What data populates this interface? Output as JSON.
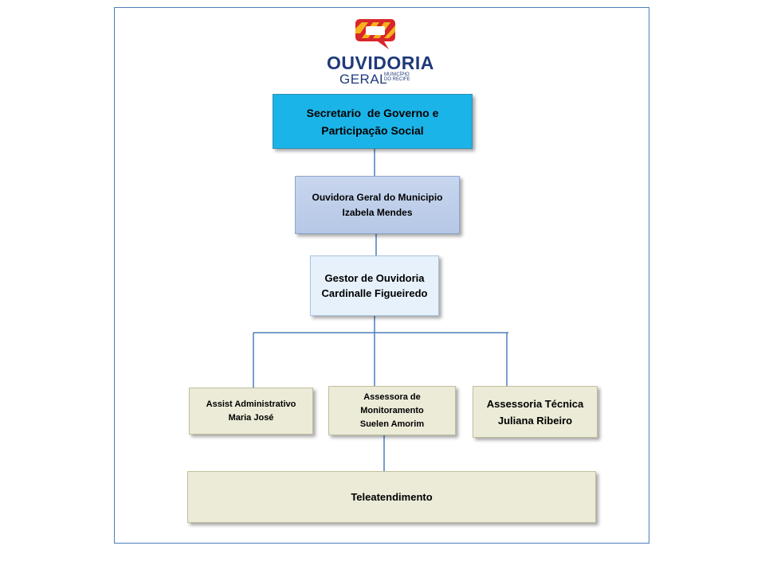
{
  "logo": {
    "name": "OUVIDORIA",
    "subtitle": "GERAL",
    "small_text_line1": "MUNICÍPIO",
    "small_text_line2": "DO RECIFE"
  },
  "nodes": {
    "secretario": {
      "line1": "Secretario  de Governo e",
      "line2": "Participação Social"
    },
    "ouvidora": {
      "line1": "Ouvidora Geral do Municipio",
      "line2": "Izabela Mendes"
    },
    "gestor": {
      "line1": "Gestor de Ouvidoria",
      "line2": "Cardinalle Figueiredo"
    },
    "assist_adm": {
      "line1": "Assist Administrativo",
      "line2": "Maria José"
    },
    "assessora_mon": {
      "line1": "Assessora de",
      "line2": "Monitoramento",
      "line3": "Suelen Amorim"
    },
    "assessoria_tec": {
      "line1": "Assessoria Técnica",
      "line2": "Juliana Ribeiro"
    },
    "teleatendimento": {
      "line1": "Teleatendimento"
    }
  },
  "colors": {
    "frame": "#4a7ebb",
    "secretario_fill": "#1bb4e8",
    "ouvidora_fill": "#c8d6ee",
    "gestor_fill": "#e6f1fb",
    "staff_fill": "#ecebd8",
    "connector": "#4a7ebb",
    "logo_red": "#d8262b",
    "logo_yellow": "#f6b21b",
    "logo_blue": "#1f3a7a"
  }
}
